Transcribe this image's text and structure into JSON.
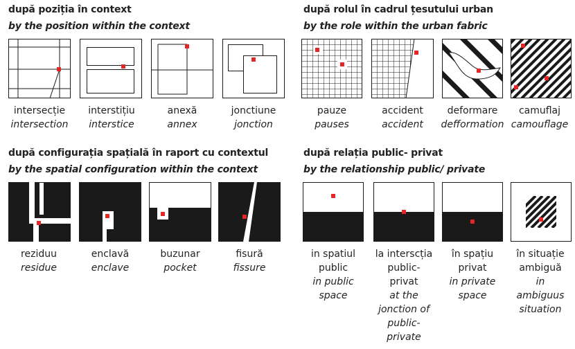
{
  "sections": {
    "position": {
      "title": "după poziția în context",
      "subtitle": "by the position within the context",
      "items": [
        {
          "ro": "intersecție",
          "en": "intersection"
        },
        {
          "ro": "interstițiu",
          "en": "interstice"
        },
        {
          "ro": "anexă",
          "en": "annex"
        },
        {
          "ro": "jonctiune",
          "en": "jonction"
        }
      ]
    },
    "role": {
      "title": "după rolul în cadrul țesutului urban",
      "subtitle": "by the role within the urban fabric",
      "items": [
        {
          "ro": "pauze",
          "en": "pauses"
        },
        {
          "ro": "accident",
          "en": "accident"
        },
        {
          "ro": "deformare",
          "en": "defformation"
        },
        {
          "ro": "camuflaj",
          "en": "camouflage"
        }
      ]
    },
    "spatial": {
      "title": "după configurația spațială în raport cu contextul",
      "subtitle": "by the spatial configuration within the context",
      "items": [
        {
          "ro": "reziduu",
          "en": "residue"
        },
        {
          "ro": "enclavă",
          "en": "enclave"
        },
        {
          "ro": "buzunar",
          "en": "pocket"
        },
        {
          "ro": "fisură",
          "en": "fissure"
        }
      ]
    },
    "public": {
      "title": "după relația public- privat",
      "subtitle": "by the relationship public/ private",
      "items": [
        {
          "ro_lines": [
            "in spatiul",
            "public"
          ],
          "en_lines": [
            "in  public",
            "space"
          ]
        },
        {
          "ro_lines": [
            "la interscția",
            "public-",
            "privat"
          ],
          "en_lines": [
            "at the",
            "jonction of",
            "public-",
            "private"
          ]
        },
        {
          "ro_lines": [
            "în spațiu",
            "privat"
          ],
          "en_lines": [
            "in private",
            "space"
          ]
        },
        {
          "ro_lines": [
            "în situație",
            "ambiguă"
          ],
          "en_lines": [
            "in",
            "ambiguus",
            "situation"
          ]
        }
      ]
    }
  },
  "colors": {
    "accent": "#e32626",
    "ink": "#1a1a1a",
    "paper": "#ffffff"
  }
}
